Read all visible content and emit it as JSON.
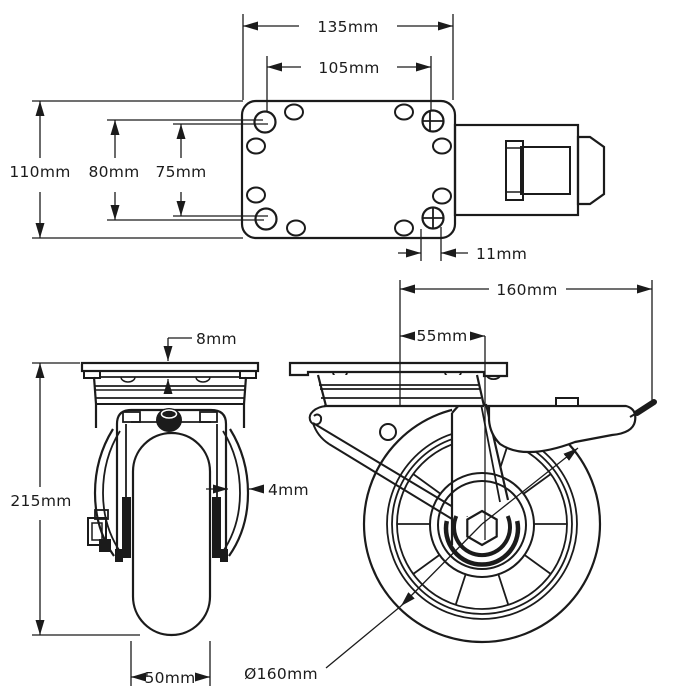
{
  "drawing": {
    "type": "technical-dimension-drawing",
    "subject": "swivel caster wheel with brake, three orthographic views",
    "line_color": "#1b1b1b",
    "background": "#ffffff"
  },
  "dimensions": {
    "plate_length": "135mm",
    "bolt_spacing_x": "105mm",
    "plate_width": "110mm",
    "bolt_spacing_y": "80mm",
    "inner_spacing": "75mm",
    "bolt_hole": "11mm",
    "overall_length": "160mm",
    "swivel_offset": "55mm",
    "plate_thickness": "8mm",
    "overall_height": "215mm",
    "fork_thickness": "4mm",
    "wheel_width": "50mm",
    "wheel_diameter": "Ø160mm"
  }
}
